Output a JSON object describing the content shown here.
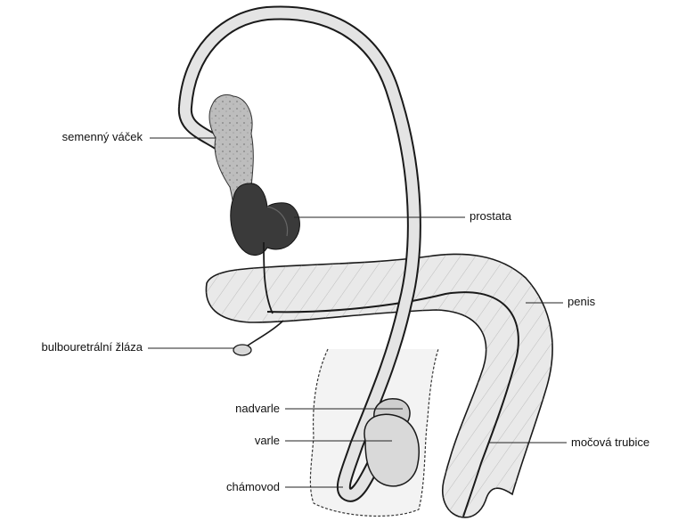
{
  "labels": {
    "seminal_vesicle": "semenný váček",
    "prostate": "prostata",
    "penis": "penis",
    "bulbourethral_gland": "bulbouretrální žláza",
    "epididymis": "nadvarle",
    "testis": "varle",
    "urethra": "močová trubice",
    "vas_deferens": "chámovod"
  },
  "colors": {
    "outline": "#1a1a1a",
    "fill_light": "#e6e6e6",
    "fill_mid": "#c9c9c9",
    "prostate_dark": "#3a3a3a",
    "leader_line": "#222222"
  }
}
